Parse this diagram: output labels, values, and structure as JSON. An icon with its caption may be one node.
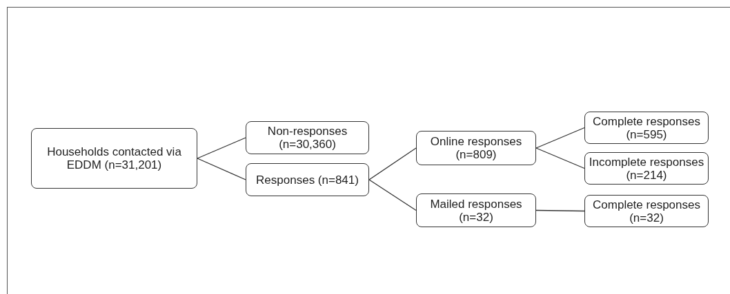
{
  "diagram": {
    "nodes": [
      {
        "text": [
          "Households contacted via EDDM (n=31,201)"
        ]
      },
      {
        "text": [
          "Non-responses (n=30,360)"
        ]
      },
      {
        "text": [
          "Responses (n=841)"
        ]
      },
      {
        "text": [
          "Online responses (n=809)"
        ]
      },
      {
        "text": [
          "Mailed responses (n=32)"
        ]
      },
      {
        "text": [
          "Complete responses (n=595)"
        ]
      },
      {
        "text": [
          "Incomplete responses (n=214)"
        ]
      },
      {
        "text": [
          "Complete responses (n=32)"
        ]
      }
    ],
    "edges": [
      {
        "from": 0,
        "to": 1,
        "arrow": "none"
      },
      {
        "from": 0,
        "to": 2,
        "arrow": "none"
      },
      {
        "from": 2,
        "to": 3,
        "arrow": "none"
      },
      {
        "from": 2,
        "to": 4,
        "arrow": "none"
      },
      {
        "from": 3,
        "to": 5,
        "arrow": "none"
      },
      {
        "from": 3,
        "to": 6,
        "arrow": "none"
      },
      {
        "from": 4,
        "to": 7,
        "arrow": "none"
      }
    ]
  }
}
